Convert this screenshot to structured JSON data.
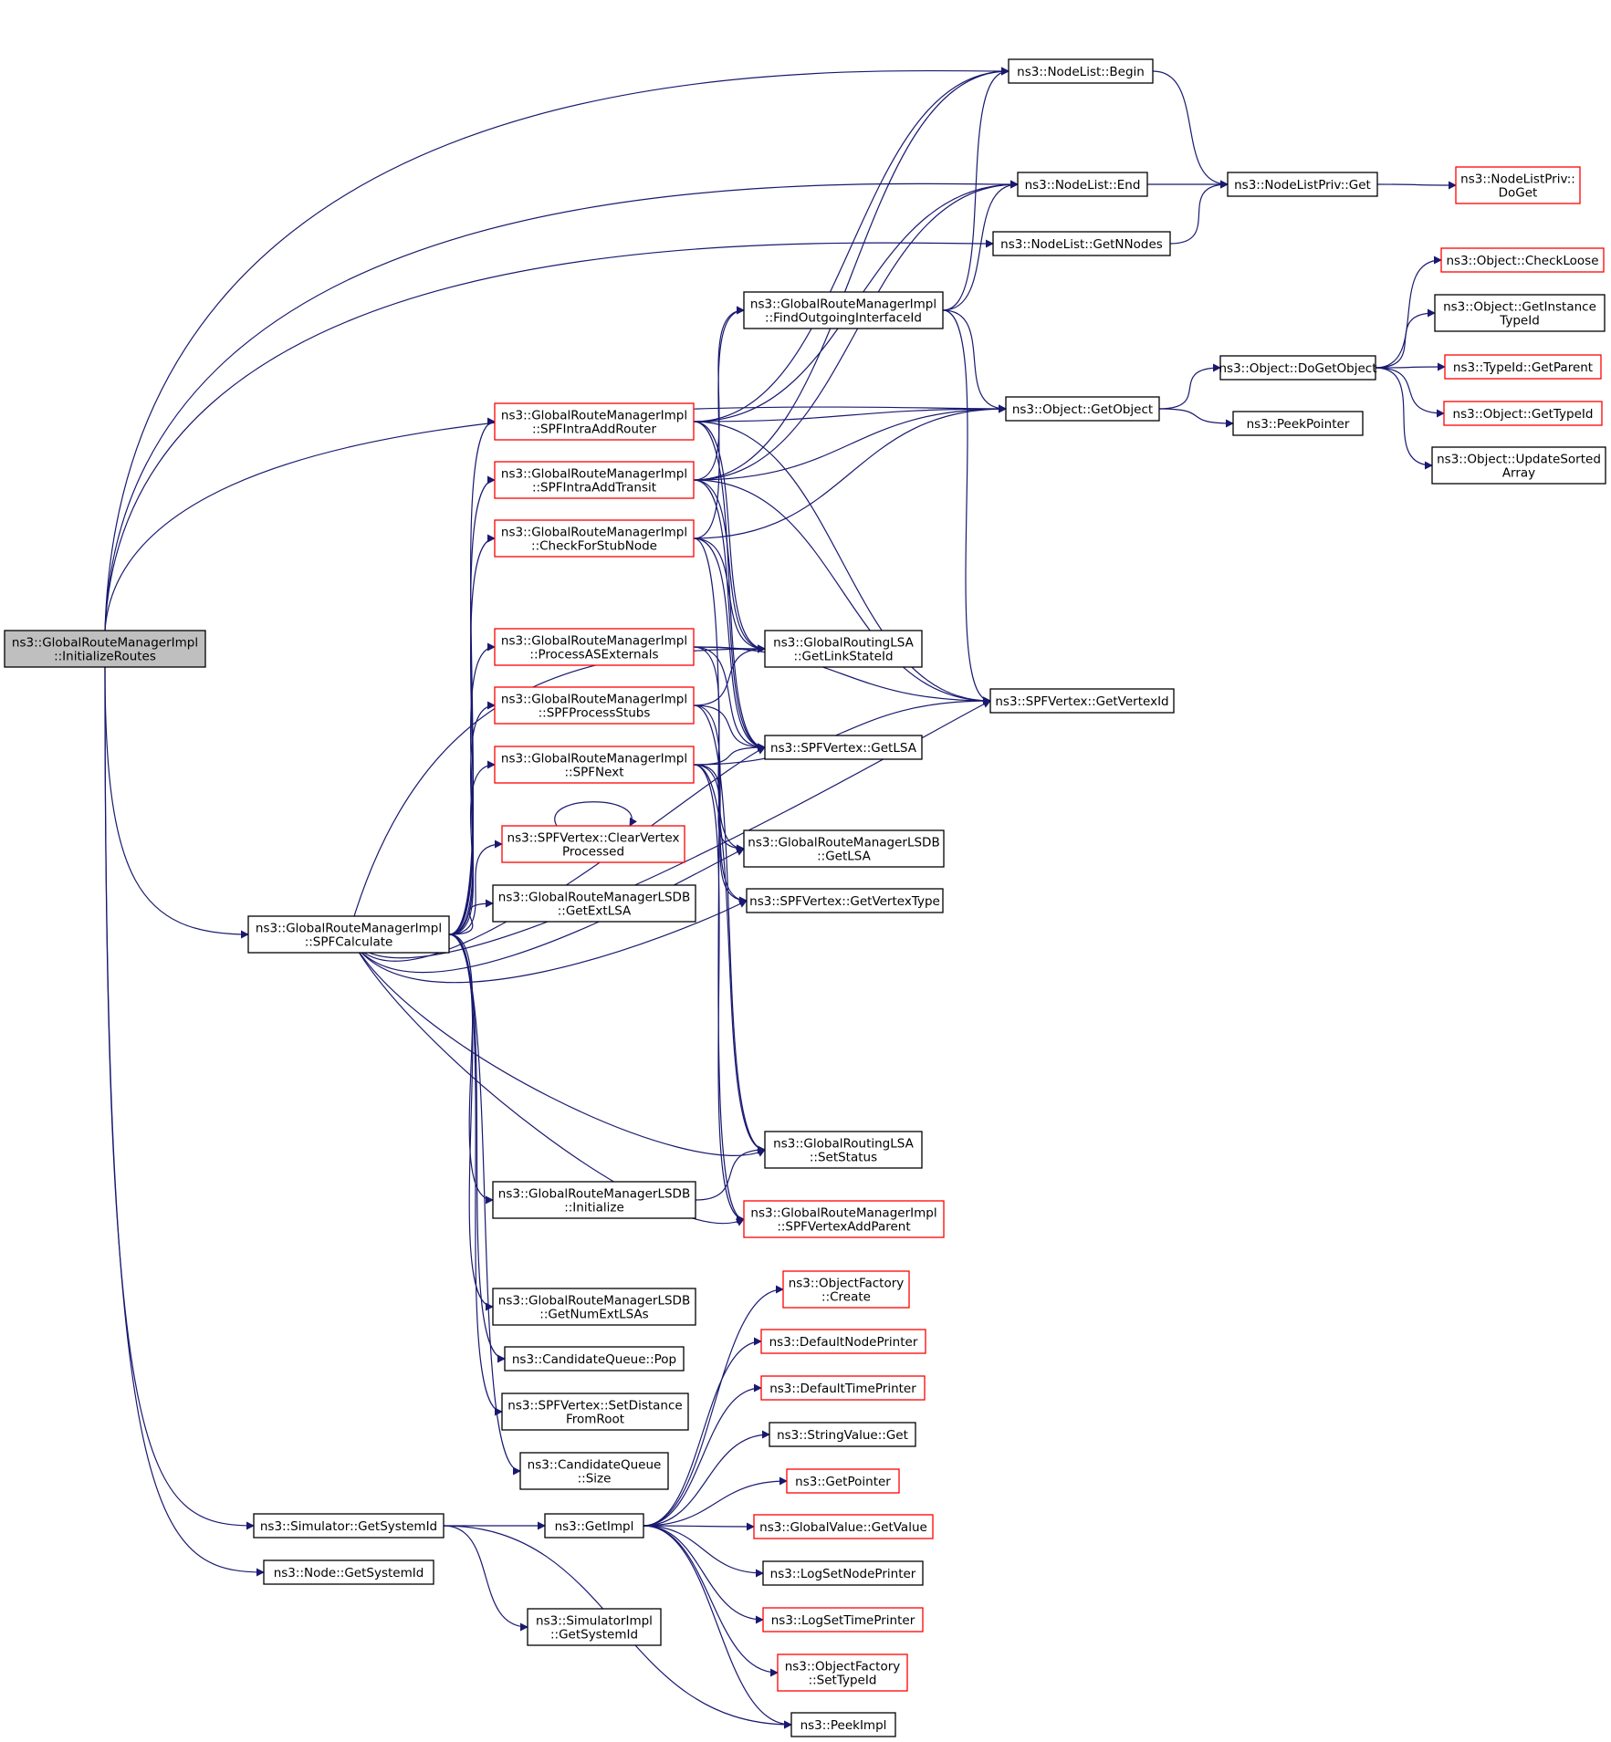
{
  "colors": {
    "edge": "#191970",
    "root_fill": "#bfbfbf",
    "red_border": "#ff0000",
    "normal_border": "#000000"
  },
  "nodes": [
    {
      "id": "initRoutes",
      "lines": [
        "ns3::GlobalRouteManagerImpl",
        "::InitializeRoutes"
      ],
      "style": "root"
    },
    {
      "id": "nlBegin",
      "lines": [
        "ns3::NodeList::Begin"
      ],
      "style": "normal"
    },
    {
      "id": "nlEnd",
      "lines": [
        "ns3::NodeList::End"
      ],
      "style": "normal"
    },
    {
      "id": "nlGetN",
      "lines": [
        "ns3::NodeList::GetNNodes"
      ],
      "style": "normal"
    },
    {
      "id": "nlpGet",
      "lines": [
        "ns3::NodeListPriv::Get"
      ],
      "style": "normal"
    },
    {
      "id": "nlpDoGet",
      "lines": [
        "ns3::NodeListPriv::",
        "DoGet"
      ],
      "style": "red"
    },
    {
      "id": "findOut",
      "lines": [
        "ns3::GlobalRouteManagerImpl",
        "::FindOutgoingInterfaceId"
      ],
      "style": "normal"
    },
    {
      "id": "getObject",
      "lines": [
        "ns3::Object::GetObject"
      ],
      "style": "normal"
    },
    {
      "id": "doGetObject",
      "lines": [
        "ns3::Object::DoGetObject"
      ],
      "style": "normal"
    },
    {
      "id": "peekPointer",
      "lines": [
        "ns3::PeekPointer"
      ],
      "style": "normal"
    },
    {
      "id": "checkLoose",
      "lines": [
        "ns3::Object::CheckLoose"
      ],
      "style": "red"
    },
    {
      "id": "getInstTid",
      "lines": [
        "ns3::Object::GetInstance",
        "TypeId"
      ],
      "style": "normal"
    },
    {
      "id": "tidGetParent",
      "lines": [
        "ns3::TypeId::GetParent"
      ],
      "style": "red"
    },
    {
      "id": "objGetTid",
      "lines": [
        "ns3::Object::GetTypeId"
      ],
      "style": "red"
    },
    {
      "id": "updSorted",
      "lines": [
        "ns3::Object::UpdateSorted",
        "Array"
      ],
      "style": "normal"
    },
    {
      "id": "spfAddRouter",
      "lines": [
        "ns3::GlobalRouteManagerImpl",
        "::SPFIntraAddRouter"
      ],
      "style": "red"
    },
    {
      "id": "spfAddTransit",
      "lines": [
        "ns3::GlobalRouteManagerImpl",
        "::SPFIntraAddTransit"
      ],
      "style": "red"
    },
    {
      "id": "checkStub",
      "lines": [
        "ns3::GlobalRouteManagerImpl",
        "::CheckForStubNode"
      ],
      "style": "red"
    },
    {
      "id": "procAS",
      "lines": [
        "ns3::GlobalRouteManagerImpl",
        "::ProcessASExternals"
      ],
      "style": "red"
    },
    {
      "id": "procStubs",
      "lines": [
        "ns3::GlobalRouteManagerImpl",
        "::SPFProcessStubs"
      ],
      "style": "red"
    },
    {
      "id": "spfNext",
      "lines": [
        "ns3::GlobalRouteManagerImpl",
        "::SPFNext"
      ],
      "style": "red"
    },
    {
      "id": "clearVtx",
      "lines": [
        "ns3::SPFVertex::ClearVertex",
        "Processed"
      ],
      "style": "red"
    },
    {
      "id": "lsdbGetExt",
      "lines": [
        "ns3::GlobalRouteManagerLSDB",
        "::GetExtLSA"
      ],
      "style": "normal"
    },
    {
      "id": "spfCalc",
      "lines": [
        "ns3::GlobalRouteManagerImpl",
        "::SPFCalculate"
      ],
      "style": "normal"
    },
    {
      "id": "lsaLinkState",
      "lines": [
        "ns3::GlobalRoutingLSA",
        "::GetLinkStateId"
      ],
      "style": "normal"
    },
    {
      "id": "vtxId",
      "lines": [
        "ns3::SPFVertex::GetVertexId"
      ],
      "style": "normal"
    },
    {
      "id": "vtxLSA",
      "lines": [
        "ns3::SPFVertex::GetLSA"
      ],
      "style": "normal"
    },
    {
      "id": "lsdbGetLSA",
      "lines": [
        "ns3::GlobalRouteManagerLSDB",
        "::GetLSA"
      ],
      "style": "normal"
    },
    {
      "id": "vtxType",
      "lines": [
        "ns3::SPFVertex::GetVertexType"
      ],
      "style": "normal"
    },
    {
      "id": "lsaStatus",
      "lines": [
        "ns3::GlobalRoutingLSA",
        "::SetStatus"
      ],
      "style": "normal"
    },
    {
      "id": "lsdbInit",
      "lines": [
        "ns3::GlobalRouteManagerLSDB",
        "::Initialize"
      ],
      "style": "normal"
    },
    {
      "id": "vtxAddParent",
      "lines": [
        "ns3::GlobalRouteManagerImpl",
        "::SPFVertexAddParent"
      ],
      "style": "red"
    },
    {
      "id": "lsdbNumExt",
      "lines": [
        "ns3::GlobalRouteManagerLSDB",
        "::GetNumExtLSAs"
      ],
      "style": "normal"
    },
    {
      "id": "cqPop",
      "lines": [
        "ns3::CandidateQueue::Pop"
      ],
      "style": "normal"
    },
    {
      "id": "vtxSetDist",
      "lines": [
        "ns3::SPFVertex::SetDistance",
        "FromRoot"
      ],
      "style": "normal"
    },
    {
      "id": "cqSize",
      "lines": [
        "ns3::CandidateQueue",
        "::Size"
      ],
      "style": "normal"
    },
    {
      "id": "simSysId",
      "lines": [
        "ns3::Simulator::GetSystemId"
      ],
      "style": "normal"
    },
    {
      "id": "nodeSysId",
      "lines": [
        "ns3::Node::GetSystemId"
      ],
      "style": "normal"
    },
    {
      "id": "getImpl",
      "lines": [
        "ns3::GetImpl"
      ],
      "style": "normal"
    },
    {
      "id": "simImplSysId",
      "lines": [
        "ns3::SimulatorImpl",
        "::GetSystemId"
      ],
      "style": "normal"
    },
    {
      "id": "ofCreate",
      "lines": [
        "ns3::ObjectFactory",
        "::Create"
      ],
      "style": "red"
    },
    {
      "id": "defNodePr",
      "lines": [
        "ns3::DefaultNodePrinter"
      ],
      "style": "red"
    },
    {
      "id": "defTimePr",
      "lines": [
        "ns3::DefaultTimePrinter"
      ],
      "style": "red"
    },
    {
      "id": "strValGet",
      "lines": [
        "ns3::StringValue::Get"
      ],
      "style": "normal"
    },
    {
      "id": "getPointer",
      "lines": [
        "ns3::GetPointer"
      ],
      "style": "red"
    },
    {
      "id": "gvGetValue",
      "lines": [
        "ns3::GlobalValue::GetValue"
      ],
      "style": "red"
    },
    {
      "id": "logNodePr",
      "lines": [
        "ns3::LogSetNodePrinter"
      ],
      "style": "normal"
    },
    {
      "id": "logTimePr",
      "lines": [
        "ns3::LogSetTimePrinter"
      ],
      "style": "red"
    },
    {
      "id": "ofSetTid",
      "lines": [
        "ns3::ObjectFactory",
        "::SetTypeId"
      ],
      "style": "red"
    },
    {
      "id": "peekImpl",
      "lines": [
        "ns3::PeekImpl"
      ],
      "style": "normal"
    }
  ]
}
